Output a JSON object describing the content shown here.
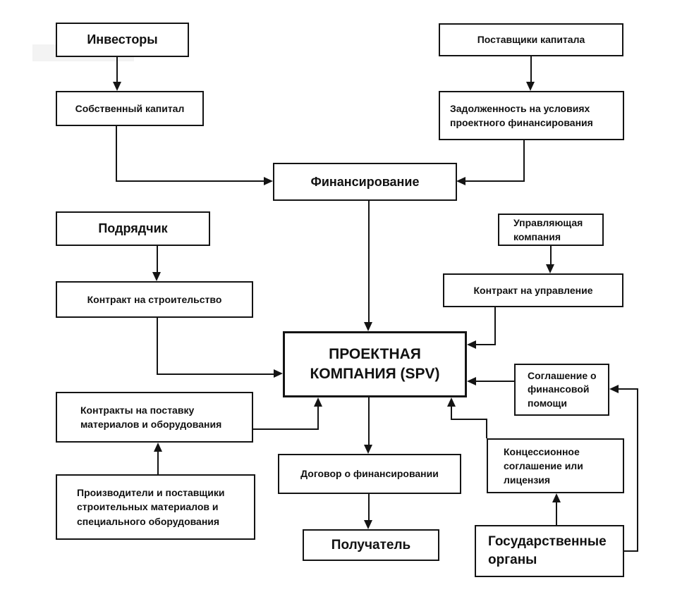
{
  "diagram": {
    "language": "ru",
    "topic": "Структура проектного финансирования (SPV)"
  },
  "colors": {
    "background": "#ffffff",
    "box_fill": "#ffffff",
    "box_border": "#141414",
    "line": "#141414",
    "text": "#111111"
  },
  "nodes": {
    "investors": {
      "label": "Инвесторы"
    },
    "capital_providers": {
      "label": "Поставщики капитала"
    },
    "equity": {
      "label": "Собственный капитал"
    },
    "debt": {
      "label": "Задолженность на условиях проектного финансирования"
    },
    "financing": {
      "label": "Финансирование"
    },
    "contractor": {
      "label": "Подрядчик"
    },
    "management_company": {
      "label": "Управляющая компания"
    },
    "construction_contract": {
      "label": "Контракт на строительство"
    },
    "management_contract": {
      "label": "Контракт на управление"
    },
    "spv": {
      "label": "ПРОЕКТНАЯ КОМПАНИЯ (SPV)"
    },
    "financial_assistance": {
      "label": "Соглашение о финансовой помощи"
    },
    "supply_contracts": {
      "label": "Контракты на поставку материалов и оборудования"
    },
    "manufacturers": {
      "label": "Производители и поставщики строительных материалов и специального оборудования"
    },
    "financing_agreement": {
      "label": "Договор о финансировании"
    },
    "concession": {
      "label": "Концессионное соглашение или лицензия"
    },
    "recipient": {
      "label": "Получатель"
    },
    "government": {
      "label": "Государственные органы"
    }
  },
  "edges": [
    {
      "from": "investors",
      "to": "equity"
    },
    {
      "from": "capital_providers",
      "to": "debt"
    },
    {
      "from": "equity",
      "to": "financing"
    },
    {
      "from": "debt",
      "to": "financing"
    },
    {
      "from": "financing",
      "to": "spv"
    },
    {
      "from": "contractor",
      "to": "construction_contract"
    },
    {
      "from": "construction_contract",
      "to": "spv"
    },
    {
      "from": "management_company",
      "to": "management_contract"
    },
    {
      "from": "management_contract",
      "to": "spv"
    },
    {
      "from": "financial_assistance",
      "to": "spv"
    },
    {
      "from": "supply_contracts",
      "to": "spv"
    },
    {
      "from": "manufacturers",
      "to": "supply_contracts"
    },
    {
      "from": "spv",
      "to": "financing_agreement"
    },
    {
      "from": "financing_agreement",
      "to": "recipient"
    },
    {
      "from": "concession",
      "to": "spv"
    },
    {
      "from": "government",
      "to": "concession"
    },
    {
      "from": "government",
      "to": "financial_assistance"
    }
  ]
}
